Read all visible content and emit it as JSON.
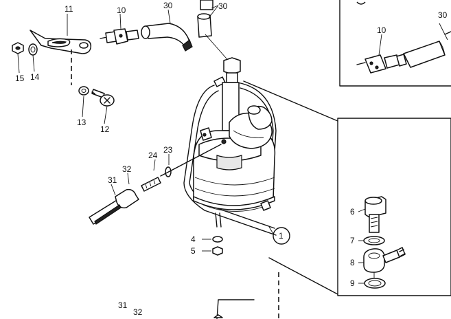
{
  "callouts": {
    "p1": "1",
    "p4": "4",
    "p5": "5",
    "p6": "6",
    "p7": "7",
    "p8": "8",
    "p9": "9",
    "p10": "10",
    "p11": "11",
    "p12": "12",
    "p13": "13",
    "p14": "14",
    "p15": "15",
    "p23": "23",
    "p24": "24",
    "p30": "30",
    "p31": "31",
    "p32": "32"
  },
  "colors": {
    "ink": "#111111",
    "paper": "#ffffff"
  }
}
